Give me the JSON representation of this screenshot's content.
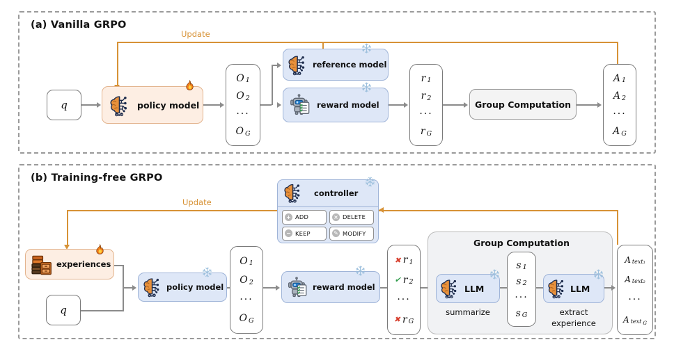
{
  "figure": {
    "panels": [
      {
        "id": "a",
        "title": "(a) Vanilla GRPO",
        "update_label": "Update",
        "nodes": {
          "query": "q",
          "policy_model": "policy model",
          "reference_model": "reference model",
          "reward_model": "reward model",
          "group_computation": "Group Computation"
        },
        "outputs": {
          "rows": [
            "O",
            "O",
            "···",
            "O"
          ],
          "subs": [
            "1",
            "2",
            "",
            "G"
          ]
        },
        "rewards": {
          "rows": [
            "r",
            "r",
            "···",
            "r"
          ],
          "subs": [
            "1",
            "2",
            "",
            "G"
          ]
        },
        "advantages": {
          "rows": [
            "A",
            "A",
            "···",
            "A"
          ],
          "subs": [
            "1",
            "2",
            "",
            "G"
          ]
        }
      },
      {
        "id": "b",
        "title": "(b) Training-free GRPO",
        "update_label": "Update",
        "nodes": {
          "experiences": "experiences",
          "query": "q",
          "policy_model": "policy model",
          "reward_model": "reward model",
          "controller": "controller",
          "group_computation": "Group Computation",
          "llm_one": "LLM",
          "llm_two": "LLM"
        },
        "captions": {
          "summarize": "summarize",
          "extract": "extract",
          "experience": "experience"
        },
        "controller_buttons": [
          {
            "icon": "plus-icon",
            "label": "ADD",
            "glyph": "+"
          },
          {
            "icon": "cross-icon",
            "label": "DELETE",
            "glyph": "×"
          },
          {
            "icon": "minus-icon",
            "label": "KEEP",
            "glyph": "−"
          },
          {
            "icon": "pencil-icon",
            "label": "MODIFY",
            "glyph": "✎"
          }
        ],
        "outputs": {
          "rows": [
            "O",
            "O",
            "···",
            "O"
          ],
          "subs": [
            "1",
            "2",
            "",
            "G"
          ]
        },
        "rewards": {
          "rows": [
            "r",
            "r",
            "···",
            "r"
          ],
          "subs": [
            "1",
            "2",
            "",
            "G"
          ],
          "marks": [
            "✖",
            "✔",
            "",
            "✖"
          ],
          "mark_kinds": [
            "bad",
            "good",
            "",
            "bad"
          ]
        },
        "scores": {
          "rows": [
            "s",
            "s",
            "···",
            "s"
          ],
          "subs": [
            "1",
            "2",
            "",
            "G"
          ]
        },
        "advantages": {
          "rows": [
            "A",
            "A",
            "···",
            "A"
          ],
          "subs": [
            "text₁",
            "text₂",
            "",
            "text"
          ],
          "subs2": [
            "",
            "",
            "",
            "G"
          ]
        }
      }
    ],
    "colors": {
      "update_arrow": "#d79236",
      "frozen_icon": "#b9cfe8",
      "trainable_icon": "#e8792a",
      "blue_box": "#dee7f7",
      "peach_box": "#fdeee3",
      "gray_box": "#f4f4f4",
      "connector": "#8b8b8b",
      "panel_border": "#9a9a9a"
    },
    "icon_legend": {
      "snowflake": "frozen / not trained",
      "fire": "trainable / updated",
      "brain-chip": "language model",
      "robot-checklist": "reward model",
      "archive-cabinet": "experience store"
    }
  }
}
